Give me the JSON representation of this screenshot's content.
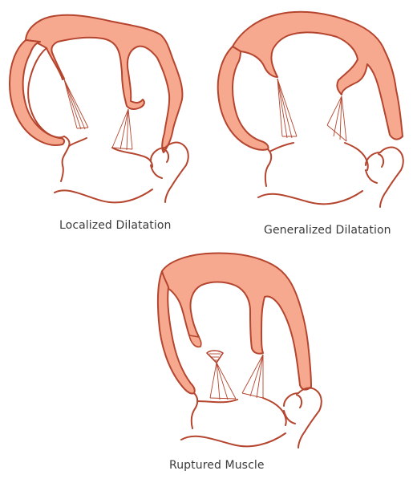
{
  "panels": [
    {
      "id": "localized",
      "caption": "Localized Dilatation"
    },
    {
      "id": "generalized",
      "caption": "Generalized Dilatation"
    },
    {
      "id": "ruptured",
      "caption": "Ruptured Muscle"
    }
  ],
  "colors": {
    "tissue_fill": "#f6a98f",
    "outline": "#b5452e",
    "text": "#3a3a3a",
    "background": "#ffffff"
  }
}
